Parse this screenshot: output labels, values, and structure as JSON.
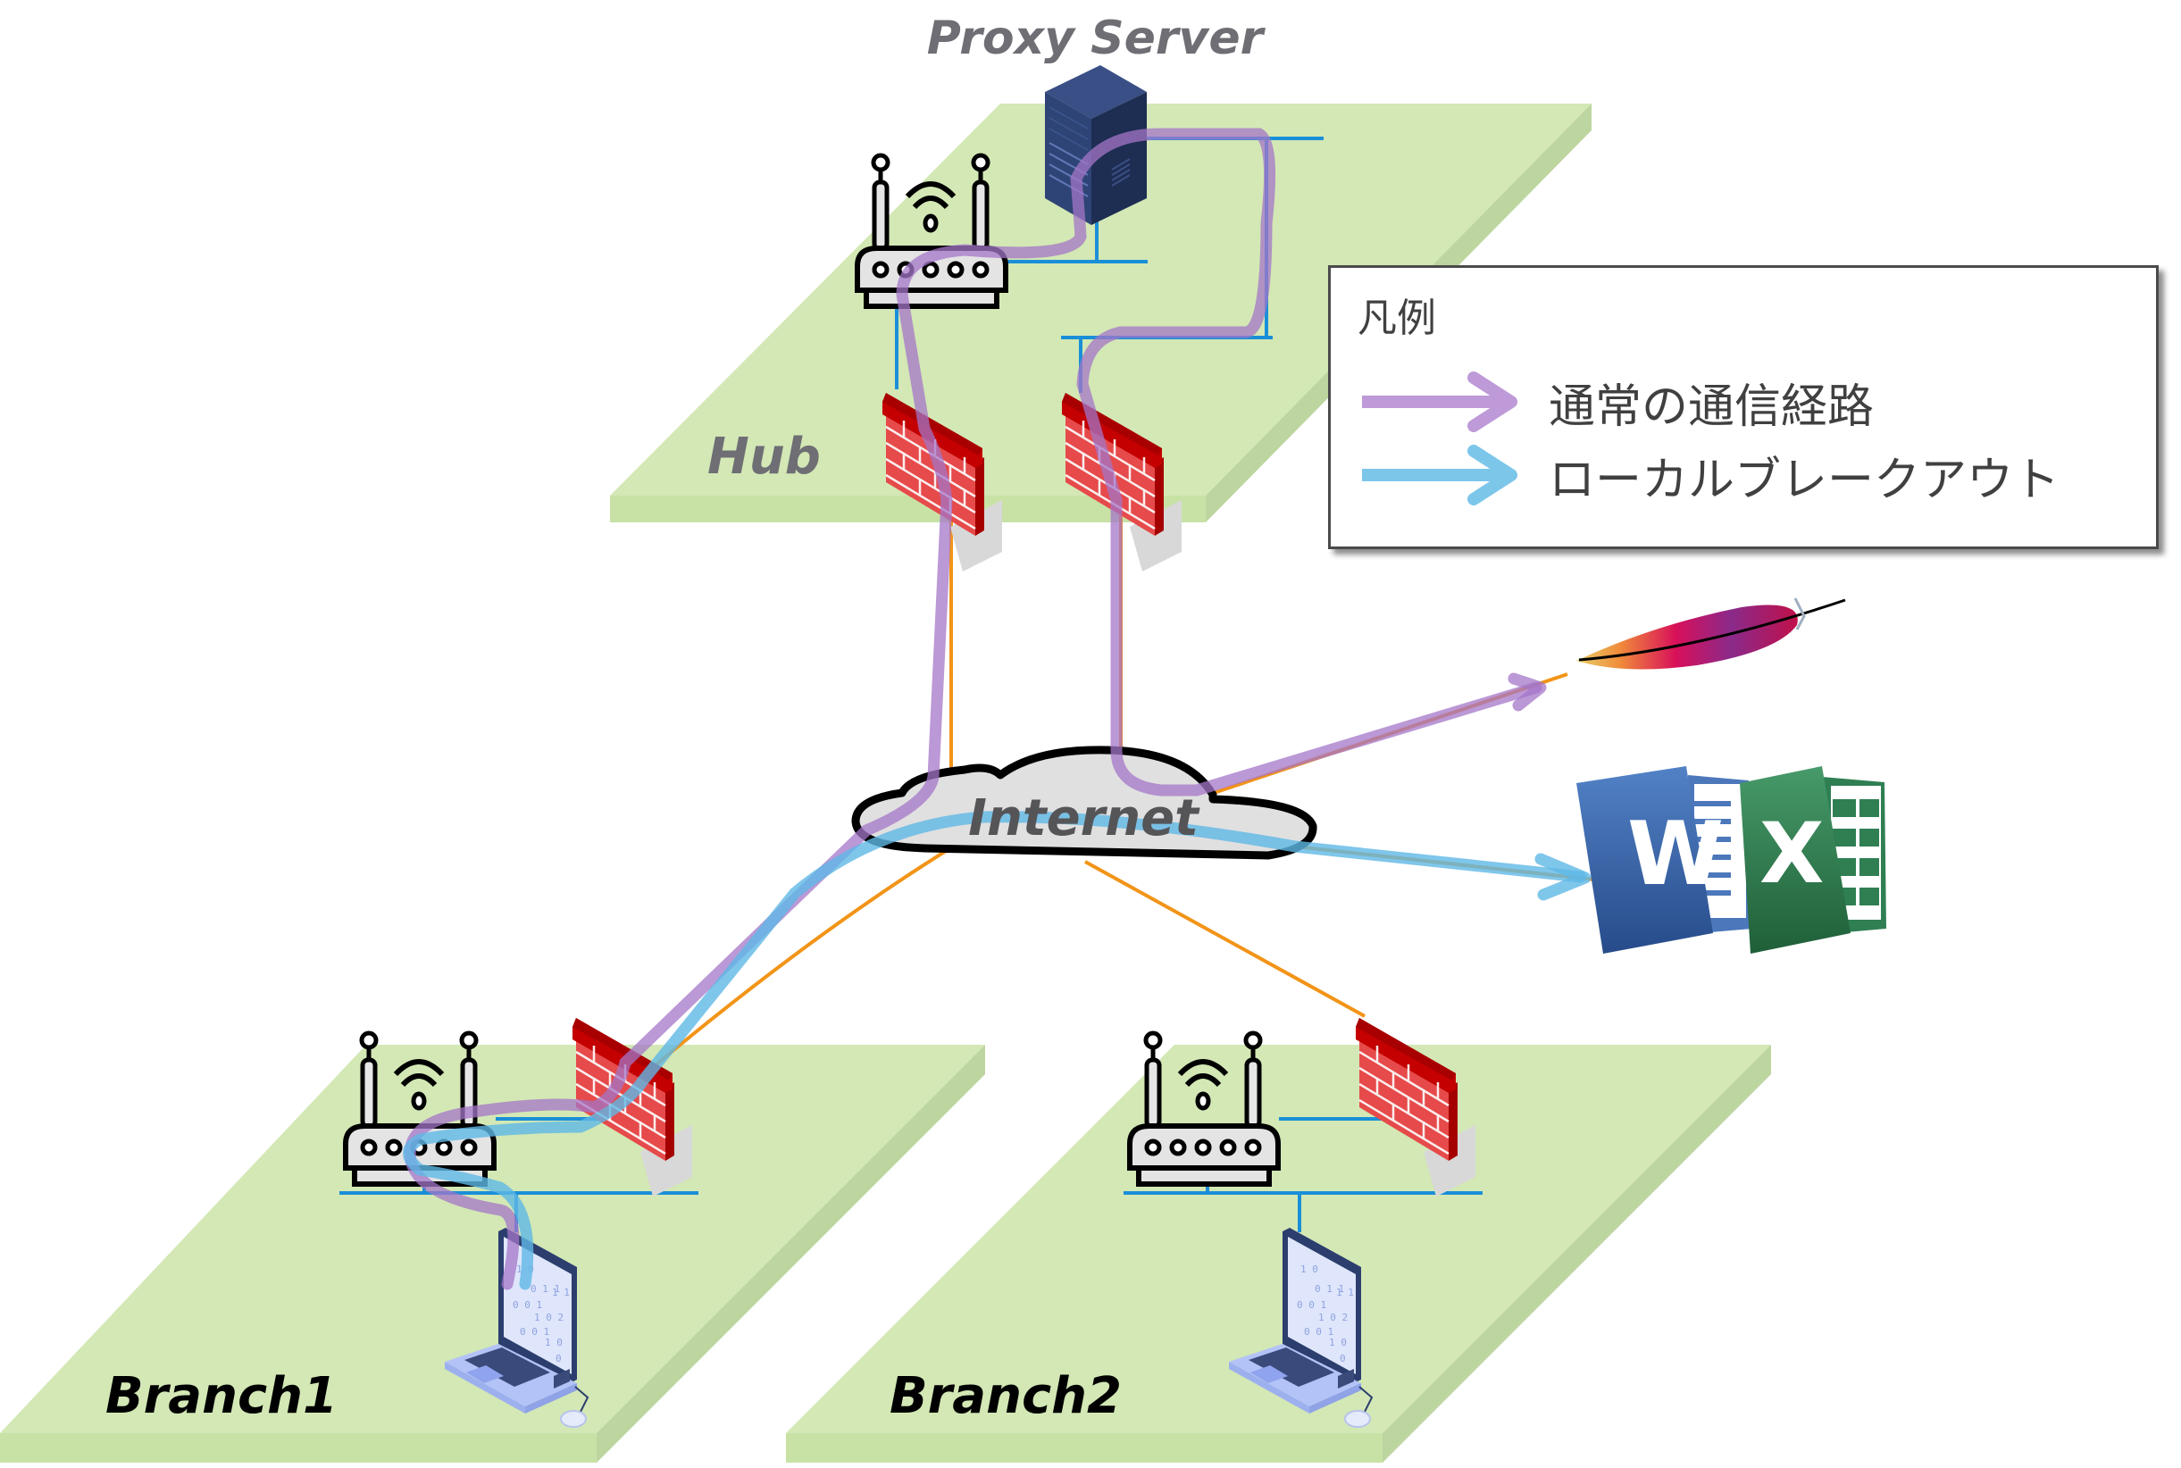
{
  "diagram": {
    "title_proxy": "Proxy Server",
    "sites": [
      {
        "id": "hub",
        "label": "Hub"
      },
      {
        "id": "branch1",
        "label": "Branch1"
      },
      {
        "id": "branch2",
        "label": "Branch2"
      }
    ],
    "cloud_label": "Internet",
    "destinations": [
      {
        "id": "apache",
        "icon": "apache-feather-icon"
      },
      {
        "id": "office",
        "icon": "word-excel-icon",
        "word_letter": "W",
        "excel_letter": "X"
      }
    ]
  },
  "legend": {
    "title": "凡例",
    "items": [
      {
        "label": "通常の通信経路",
        "color": "#b995d6"
      },
      {
        "label": "ローカルブレークアウト",
        "color": "#7cc6ea"
      }
    ]
  },
  "colors": {
    "platform_top": "#d3e8b5",
    "platform_side": "#c8e2a6",
    "platform_edge": "#bdd59f",
    "lan": "#1a8fd8",
    "wan": "#f29418",
    "normal_path": "#a476c8",
    "breakout_path": "#5fb8e6",
    "firewall": "#cc0000",
    "server": "#2c3e70"
  }
}
